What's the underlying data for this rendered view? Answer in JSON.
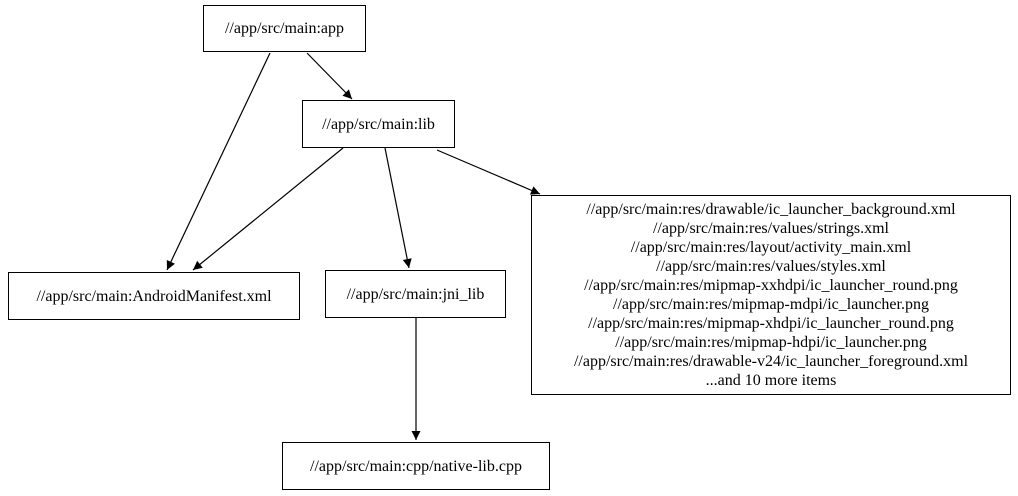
{
  "graph": {
    "background_color": "#ffffff",
    "node_border_color": "#000000",
    "edge_color": "#000000",
    "nodes": {
      "app": {
        "label": "//app/src/main:app"
      },
      "lib": {
        "label": "//app/src/main:lib"
      },
      "manifest": {
        "label": "//app/src/main:AndroidManifest.xml"
      },
      "jni_lib": {
        "label": "//app/src/main:jni_lib"
      },
      "cpp": {
        "label": "//app/src/main:cpp/native-lib.cpp"
      },
      "res_group": {
        "lines": [
          "//app/src/main:res/drawable/ic_launcher_background.xml",
          "//app/src/main:res/values/strings.xml",
          "//app/src/main:res/layout/activity_main.xml",
          "//app/src/main:res/values/styles.xml",
          "//app/src/main:res/mipmap-xxhdpi/ic_launcher_round.png",
          "//app/src/main:res/mipmap-mdpi/ic_launcher.png",
          "//app/src/main:res/mipmap-xhdpi/ic_launcher_round.png",
          "//app/src/main:res/mipmap-hdpi/ic_launcher.png",
          "//app/src/main:res/drawable-v24/ic_launcher_foreground.xml",
          "...and 10 more items"
        ]
      }
    },
    "edges": [
      {
        "from": "app",
        "to": "lib"
      },
      {
        "from": "app",
        "to": "manifest"
      },
      {
        "from": "lib",
        "to": "manifest"
      },
      {
        "from": "lib",
        "to": "jni_lib"
      },
      {
        "from": "lib",
        "to": "res_group"
      },
      {
        "from": "jni_lib",
        "to": "cpp"
      }
    ]
  }
}
